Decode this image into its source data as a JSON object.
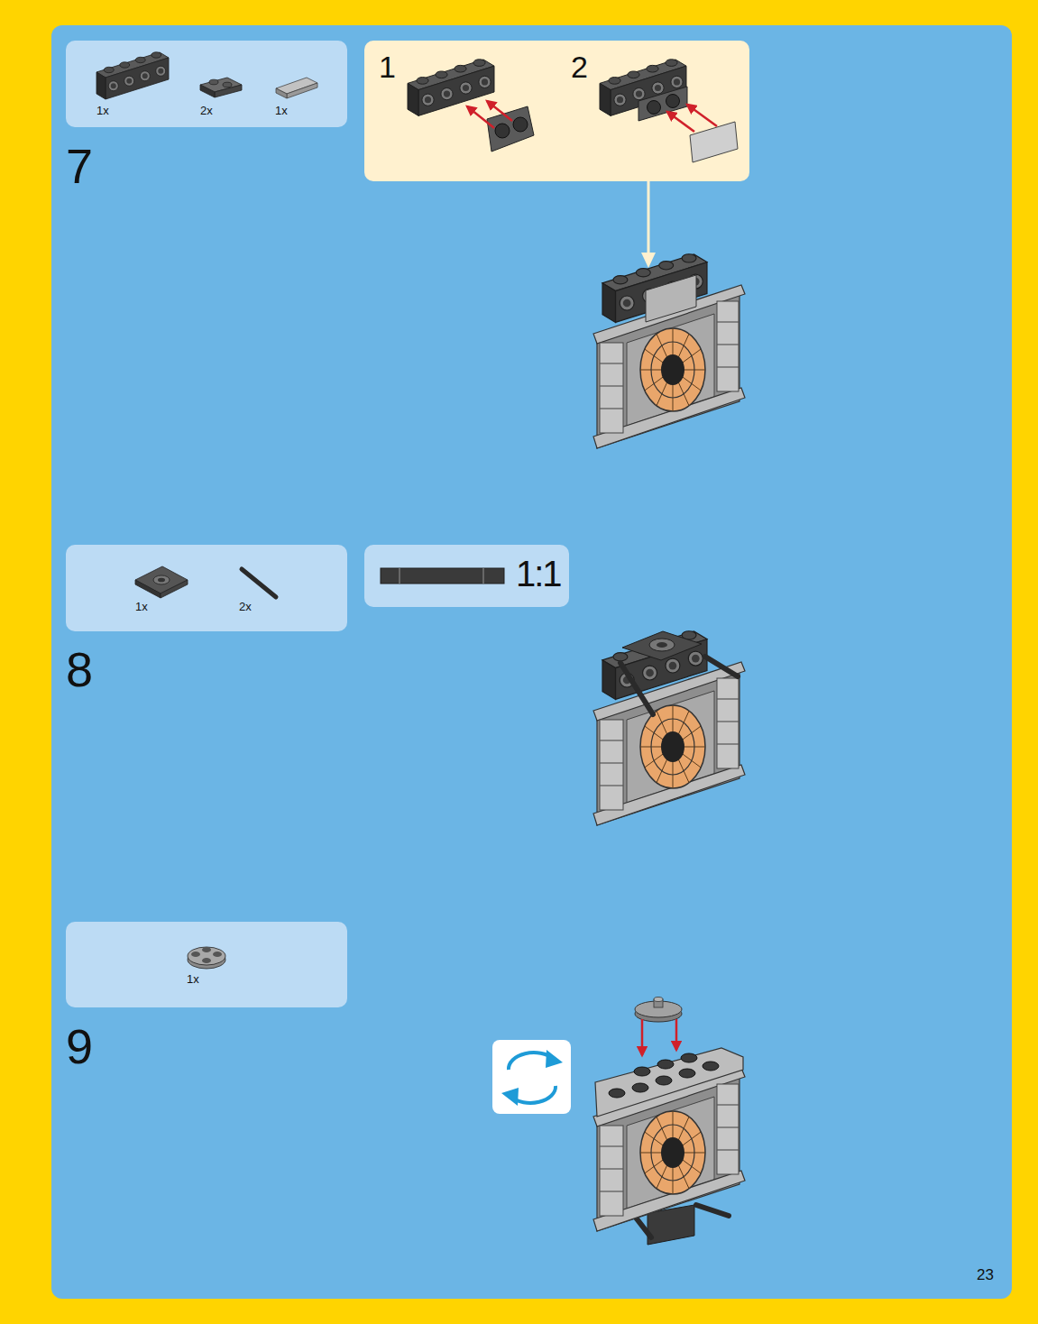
{
  "diagram": {
    "nodes": [
      {
        "text": [
          "1x",
          "2x",
          "1x"
        ]
      },
      {
        "text": [
          "1",
          "2"
        ]
      },
      {
        "text": [
          "1x",
          "2x"
        ]
      },
      {
        "text": [
          "1:1"
        ]
      },
      {
        "text": [
          "1x"
        ]
      }
    ],
    "labels": [
      "7",
      "8",
      "9",
      "23"
    ]
  }
}
